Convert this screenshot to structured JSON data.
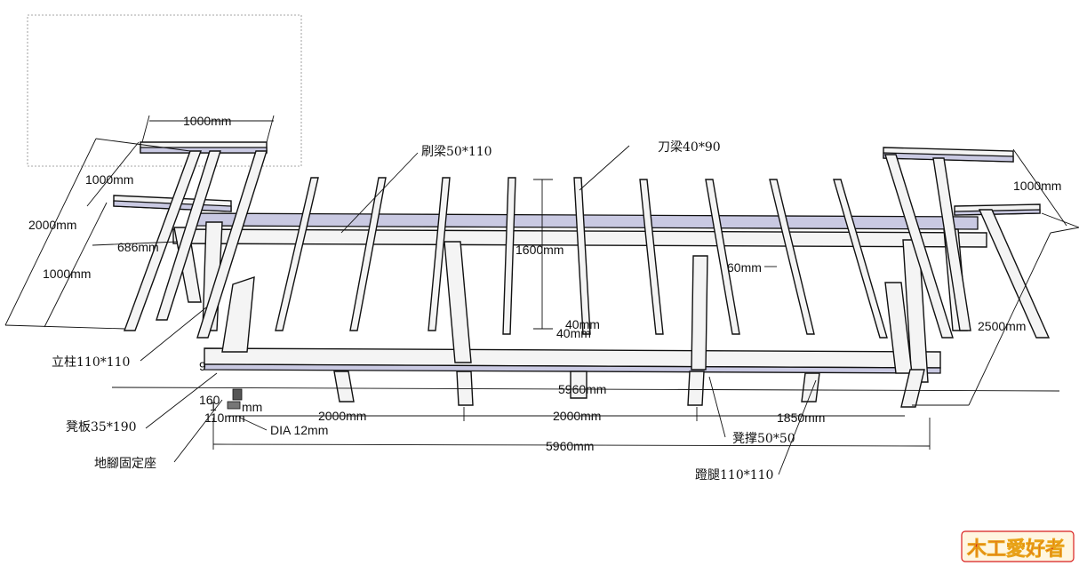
{
  "dimensions": {
    "top_width": "1000mm",
    "top_depth": "1000mm",
    "left_height": "2000mm",
    "left_lower": "1000mm",
    "left_offset": "686mm",
    "right_arm": "1000mm",
    "center_height": "1600mm",
    "right_spacing": "60mm",
    "blade_gap_a": "40mm",
    "blade_gap_b": "40mm",
    "right_depth": "2500mm",
    "total_upper": "5960mm",
    "total_lower": "5960mm",
    "span_1": "2000mm",
    "span_2": "2000mm",
    "span_3": "1850mm",
    "left_small_9": "9",
    "left_small_160": "160",
    "left_small_110": "110mm",
    "left_small_1": "1",
    "left_small_mm": "mm",
    "bolt": "DIA 12mm"
  },
  "labels": {
    "brush_beam": "刷梁50*110",
    "blade_beam": "刀梁40*90",
    "post": "立柱110*110",
    "bench_board": "凳板35*190",
    "foot_base": "地腳固定座",
    "bench_brace": "凳撑50*50",
    "bench_leg": "蹬腿110*110"
  },
  "logo": {
    "text": "木工愛好者"
  },
  "colors": {
    "beam": "#f4f4f4",
    "blue_beam": "#c9c9e2",
    "line": "#111111",
    "logo_red": "#d81e1e",
    "logo_gold": "#e8a317"
  }
}
